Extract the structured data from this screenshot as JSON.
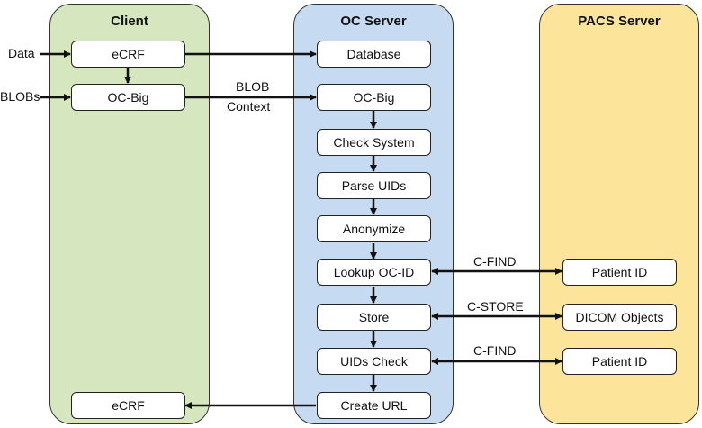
{
  "lanes": {
    "client": {
      "title": "Client",
      "color": "#d6e6bf"
    },
    "oc_server": {
      "title": "OC Server",
      "color": "#c6dbf1"
    },
    "pacs_server": {
      "title": "PACS Server",
      "color": "#fde49b"
    }
  },
  "client_boxes": {
    "ecrf_top": "eCRF",
    "oc_big": "OC-Big",
    "ecrf_bottom": "eCRF"
  },
  "server_boxes": {
    "database": "Database",
    "oc_big": "OC-Big",
    "check_system": "Check System",
    "parse_uids": "Parse UIDs",
    "anonymize": "Anonymize",
    "lookup_oc_id": "Lookup OC-ID",
    "store": "Store",
    "uids_check": "UIDs Check",
    "create_url": "Create URL"
  },
  "pacs_boxes": {
    "patient_id_1": "Patient ID",
    "dicom_objects": "DICOM Objects",
    "patient_id_2": "Patient ID"
  },
  "inputs": {
    "data": "Data",
    "blobs": "BLOBs"
  },
  "edge_labels": {
    "blob_line1": "BLOB",
    "blob_line2": "Context",
    "c_find_1": "C-FIND",
    "c_store": "C-STORE",
    "c_find_2": "C-FIND"
  }
}
